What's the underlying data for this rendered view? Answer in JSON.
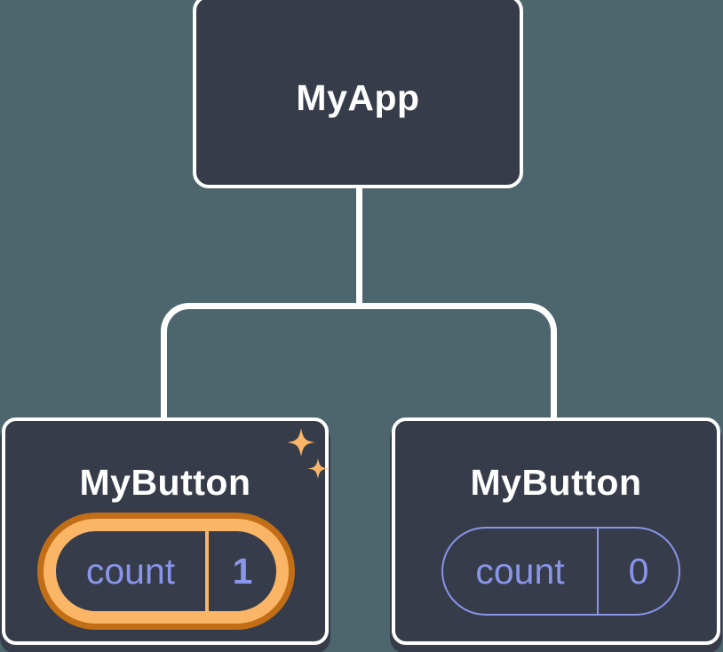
{
  "diagram": {
    "title": "react-component-tree",
    "colors": {
      "bg": "#4D666E",
      "card": "#363C49",
      "line": "#FFFFFF",
      "purple": "#8895E9",
      "gold": "#FBB567",
      "orange": "#C26E16"
    },
    "root": {
      "label": "MyApp"
    },
    "children": [
      {
        "label": "MyButton",
        "state_name": "count",
        "state_value": "1",
        "highlighted": true,
        "icon": "sparkles"
      },
      {
        "label": "MyButton",
        "state_name": "count",
        "state_value": "0",
        "highlighted": false
      }
    ]
  }
}
